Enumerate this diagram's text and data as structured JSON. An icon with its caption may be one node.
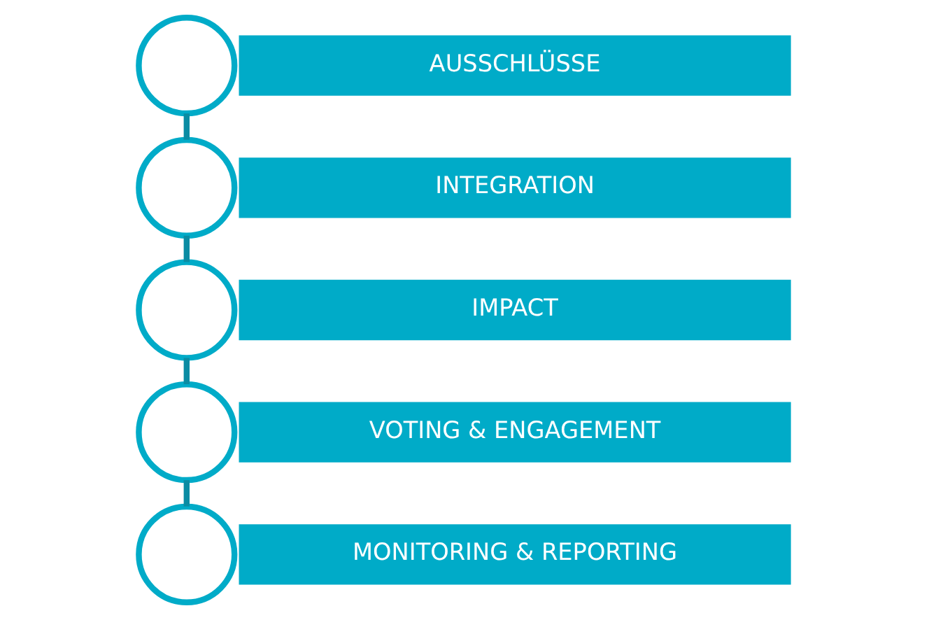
{
  "diagram": {
    "nodes": [
      {
        "text": [],
        "shape": "circle"
      },
      {
        "text": [
          "AUSSCHLÜSSE"
        ]
      },
      {
        "text": [],
        "shape": "circle"
      },
      {
        "text": [
          "INTEGRATION"
        ]
      },
      {
        "text": [],
        "shape": "circle"
      },
      {
        "text": [
          "IMPACT"
        ]
      },
      {
        "text": [],
        "shape": "circle"
      },
      {
        "text": [
          "VOTING & ENGAGEMENT"
        ]
      },
      {
        "text": [],
        "shape": "circle"
      },
      {
        "text": [
          "MONITORING & REPORTING"
        ]
      }
    ],
    "edges": [
      {
        "from": 0,
        "to": 2,
        "arrow": "none"
      },
      {
        "from": 2,
        "to": 4,
        "arrow": "none"
      },
      {
        "from": 4,
        "to": 6,
        "arrow": "none"
      },
      {
        "from": 6,
        "to": 8,
        "arrow": "none"
      }
    ]
  }
}
